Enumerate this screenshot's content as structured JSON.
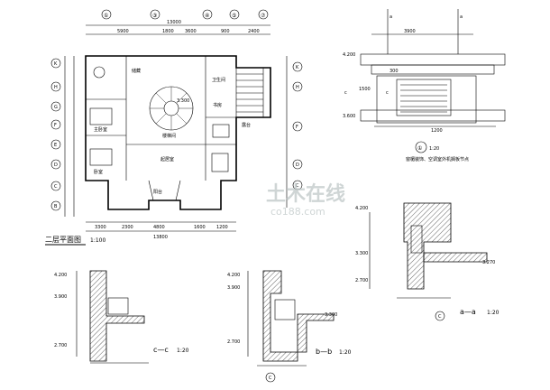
{
  "plan": {
    "title": "二层平面图",
    "scale": "1:100",
    "axes_top": [
      "①",
      "③",
      "④",
      "⑤",
      "⑦"
    ],
    "axes_left": [
      "K",
      "H",
      "G",
      "F",
      "E",
      "D",
      "C",
      "B"
    ],
    "axes_right": [
      "K",
      "H",
      "F",
      "D",
      "C"
    ],
    "dims_top_total": "13000",
    "dims_top": [
      "5900",
      "1800",
      "3600",
      "900",
      "2400"
    ],
    "dims_bottom_total": "13800",
    "dims_bottom": [
      "3300",
      "2300",
      "4800",
      "1600",
      "1200"
    ],
    "rooms": [
      "主卧室",
      "卧室",
      "楼梯间",
      "起居室",
      "卫生间",
      "书房",
      "储藏",
      "阳台",
      "露台"
    ],
    "elevation": "3.300"
  },
  "detail_1": {
    "label": "①",
    "scale": "1:20",
    "note": "窗楣装饰、空调室外机搁板节点",
    "dims": [
      "3900",
      "4.200",
      "3.600",
      "1200",
      "1500",
      "300"
    ]
  },
  "section_cc": {
    "label": "c—c",
    "scale": "1:20",
    "levels": [
      "4.200",
      "3.900",
      "2.700"
    ]
  },
  "section_bb": {
    "label": "b—b",
    "scale": "1:20",
    "levels": [
      "4.200",
      "3.900",
      "3.300",
      "2.700"
    ]
  },
  "section_aa": {
    "label": "a—a",
    "scale": "1:20",
    "levels": [
      "4.200",
      "3.300",
      "2.700",
      "3.270"
    ]
  },
  "watermark": {
    "main": "土木在线",
    "sub": "co188.com"
  }
}
